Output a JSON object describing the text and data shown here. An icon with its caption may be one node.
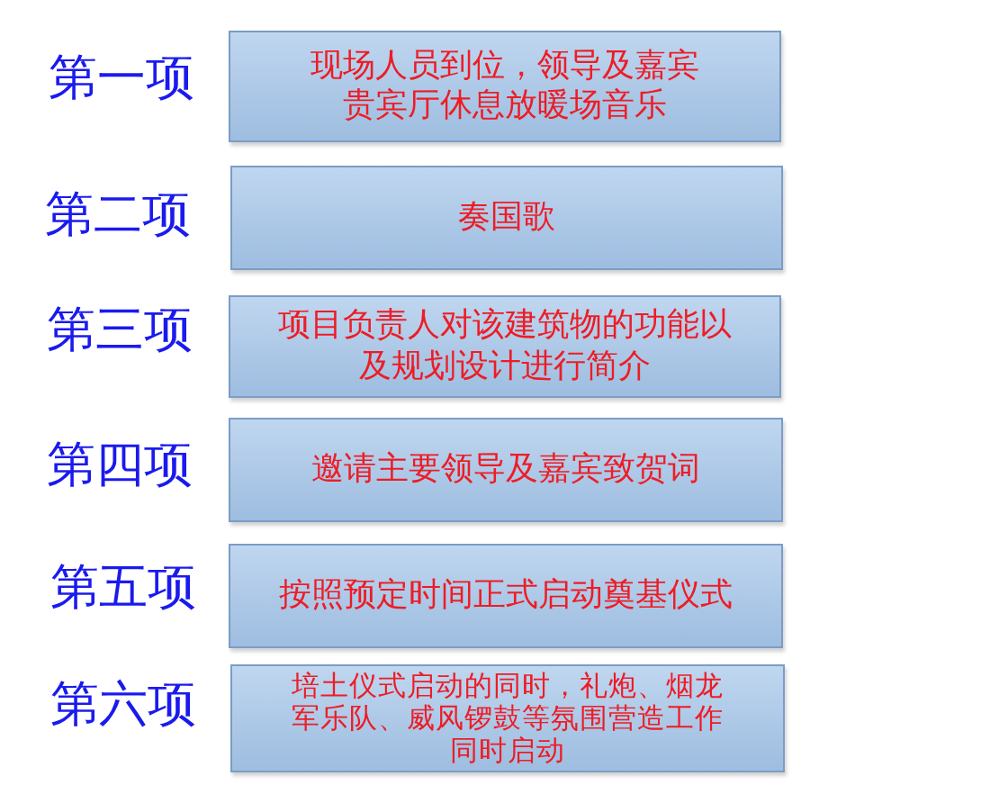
{
  "diagram": {
    "nodes": [
      {
        "text": [
          "现场人员到位，领导及嘉宾贵宾厅休息放暖场音乐"
        ],
        "beside": [
          "第一项"
        ]
      },
      {
        "text": [
          "奏国歌"
        ],
        "beside": [
          "第二项"
        ]
      },
      {
        "text": [
          "项目负责人对该建筑物的功能以及规划设计进行简介"
        ],
        "beside": [
          "第三项"
        ]
      },
      {
        "text": [
          "邀请主要领导及嘉宾致贺词"
        ],
        "beside": [
          "第四项"
        ]
      },
      {
        "text": [
          "按照预定时间正式启动奠基仪式"
        ],
        "beside": [
          "第五项"
        ]
      },
      {
        "text": [
          "培土仪式启动的同时，礼炮、烟龙军乐队、威风锣鼓等氛围营造工作同时启动"
        ],
        "beside": [
          "第六项"
        ]
      }
    ]
  }
}
